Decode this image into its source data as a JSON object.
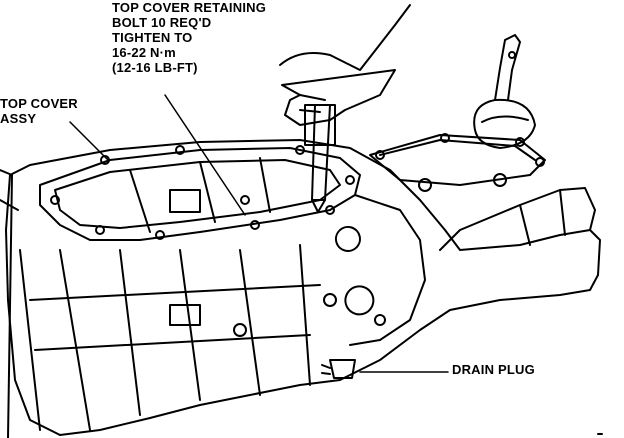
{
  "callouts": {
    "retaining_bolt": {
      "lines": [
        "TOP COVER RETAINING",
        "BOLT 10 REQ'D",
        "TIGHTEN TO",
        "16-22 N·m",
        "(12-16 LB-FT)"
      ]
    },
    "top_cover": {
      "lines": [
        "TOP COVER",
        "ASSY"
      ]
    },
    "drain_plug": {
      "lines": [
        "DRAIN PLUG"
      ]
    }
  },
  "colors": {
    "ink": "#000000",
    "paper": "#ffffff"
  }
}
